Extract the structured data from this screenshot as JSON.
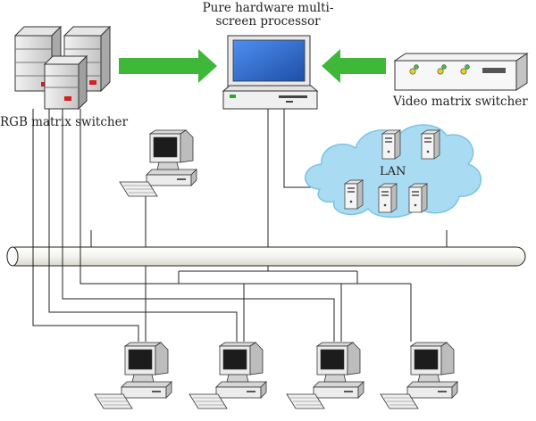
{
  "labels": {
    "processor_line1": "Pure hardware multi-",
    "processor_line2": "screen processor",
    "rgb_switcher": "RGB matrix switcher",
    "video_switcher": "Video matrix switcher",
    "lan": "LAN"
  },
  "colors": {
    "arrow_green": "#3fb83a",
    "cloud_blue": "#a9dcf2",
    "monitor_screen": "#2f6fd0",
    "bus_fill": "#f3f3ec",
    "server_body": "#dcdcdc",
    "status_red": "#d42020"
  },
  "icons": {
    "rgb_switcher": "server-rack-icon",
    "processor": "desktop-computer-icon",
    "video_switcher": "video-switcher-box-icon",
    "workstation": "workstation-computer-icon",
    "lan_server": "lan-server-icon"
  }
}
